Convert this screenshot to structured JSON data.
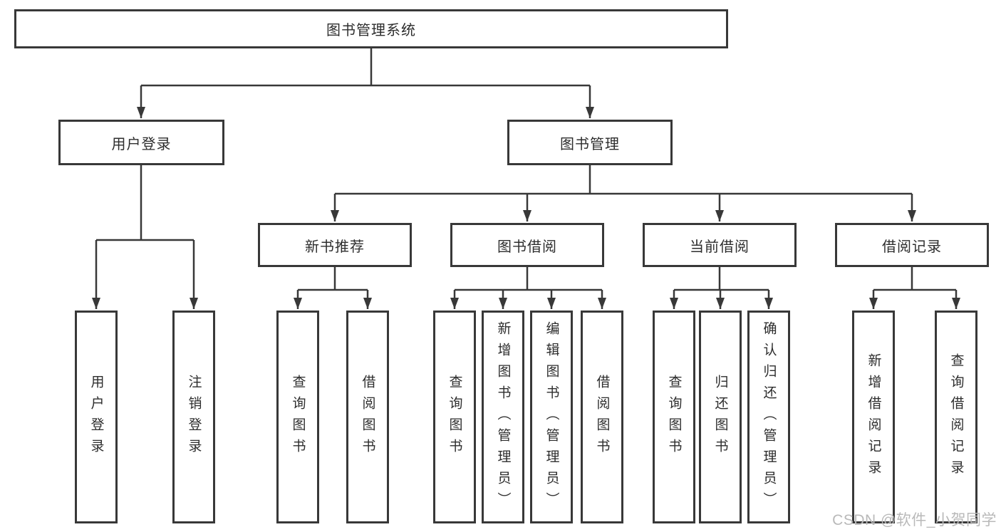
{
  "diagram": {
    "root": {
      "label": "图书管理系统"
    },
    "branches": [
      {
        "label": "用户登录",
        "children": [
          {
            "label": "用户登录"
          },
          {
            "label": "注销登录"
          }
        ]
      },
      {
        "label": "图书管理",
        "children": [
          {
            "label": "新书推荐",
            "children": [
              {
                "label": "查询图书"
              },
              {
                "label": "借阅图书"
              }
            ]
          },
          {
            "label": "图书借阅",
            "children": [
              {
                "label": "查询图书"
              },
              {
                "label": "新增图书（管理员）"
              },
              {
                "label": "编辑图书（管理员）"
              },
              {
                "label": "借阅图书"
              }
            ]
          },
          {
            "label": "当前借阅",
            "children": [
              {
                "label": "查询图书"
              },
              {
                "label": "归还图书"
              },
              {
                "label": "确认归还（管理员）"
              }
            ]
          },
          {
            "label": "借阅记录",
            "children": [
              {
                "label": "新增借阅记录"
              },
              {
                "label": "查询借阅记录"
              }
            ]
          }
        ]
      }
    ]
  },
  "watermark": {
    "text": "CSDN @软件_小贺同学"
  },
  "colors": {
    "line": "#383838",
    "text": "#2d2d2d",
    "watermark": "#b9b9b9",
    "bg": "#ffffff"
  }
}
